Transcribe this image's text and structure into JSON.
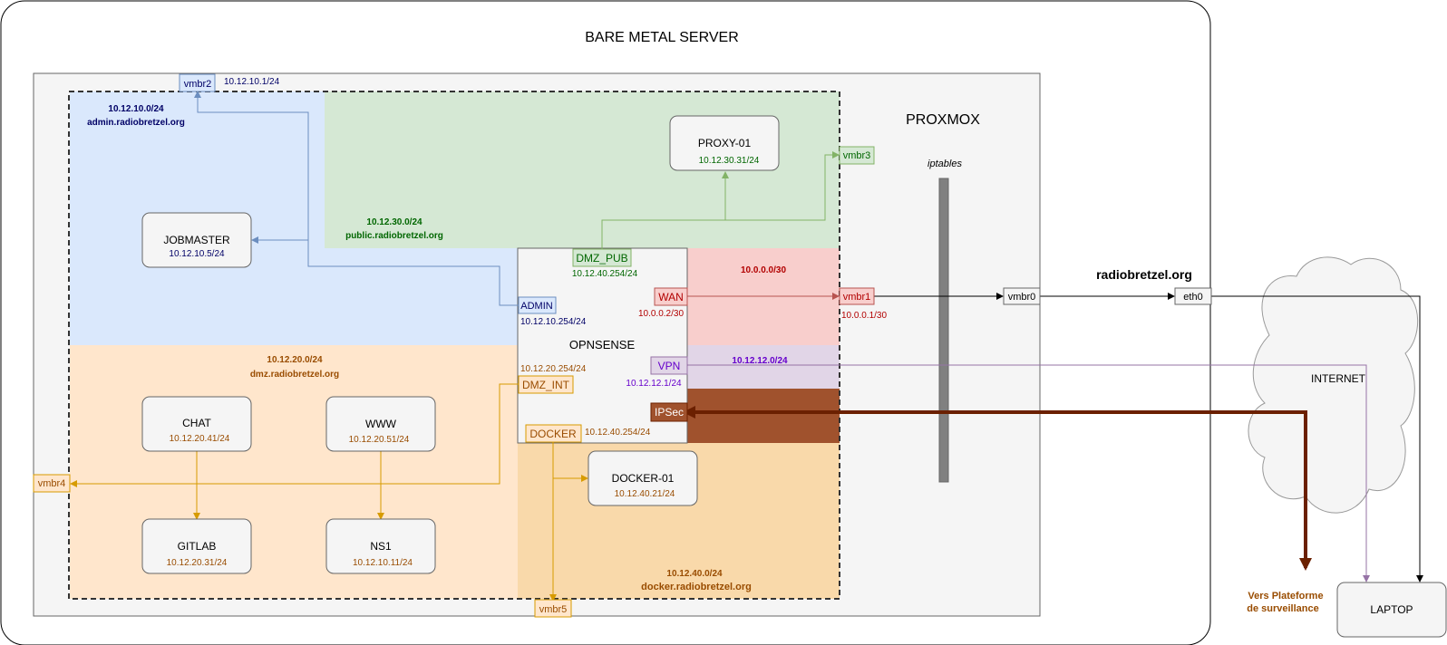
{
  "server": {
    "title": "BARE METAL SERVER"
  },
  "proxmox": {
    "title": "PROXMOX",
    "iptables": "iptables"
  },
  "zones": {
    "admin": {
      "net": "10.12.10.0/24",
      "domain": "admin.radiobretzel.org",
      "color": "#000066",
      "fill": "#dae8fc"
    },
    "public": {
      "net": "10.12.30.0/24",
      "domain": "public.radiobretzel.org",
      "color": "#006600",
      "fill": "#d5e8d4"
    },
    "dmz": {
      "net": "10.12.20.0/24",
      "domain": "dmz.radiobretzel.org",
      "color": "#994c00",
      "fill": "#ffe6cc"
    },
    "docker": {
      "net": "10.12.40.0/24",
      "domain": "docker.radiobretzel.org",
      "color": "#994c00",
      "fill": "#f9d9aa"
    },
    "wan": {
      "net": "10.0.0.0/30",
      "color": "#b20000",
      "fill": "#f8cecc"
    },
    "vpn": {
      "net": "10.12.12.0/24",
      "color": "#6600cc",
      "fill": "#e1d5e7"
    },
    "ipsec": {
      "fill": "#a0522d"
    }
  },
  "bridges": {
    "vmbr2": {
      "label": "vmbr2",
      "ip": "10.12.10.1/24"
    },
    "vmbr3": {
      "label": "vmbr3"
    },
    "vmbr1": {
      "label": "vmbr1",
      "ip": "10.0.0.1/30"
    },
    "vmbr0": {
      "label": "vmbr0"
    },
    "vmbr4": {
      "label": "vmbr4"
    },
    "vmbr5": {
      "label": "vmbr5"
    },
    "eth0": {
      "label": "eth0"
    }
  },
  "opnsense": {
    "label": "OPNSENSE",
    "ifaces": {
      "dmz_pub": {
        "label": "DMZ_PUB",
        "ip": "10.12.40.254/24"
      },
      "admin": {
        "label": "ADMIN",
        "ip": "10.12.10.254/24"
      },
      "wan": {
        "label": "WAN",
        "ip": "10.0.0.2/30"
      },
      "dmz_int": {
        "label": "DMZ_INT",
        "ip": "10.12.20.254/24"
      },
      "vpn": {
        "label": "VPN",
        "ip": "10.12.12.1/24"
      },
      "ipsec": {
        "label": "IPSec"
      },
      "docker": {
        "label": "DOCKER",
        "ip": "10.12.40.254/24"
      }
    }
  },
  "hosts": {
    "proxy": {
      "name": "PROXY-01",
      "ip": "10.12.30.31/24"
    },
    "jobmaster": {
      "name": "JOBMASTER",
      "ip": "10.12.10.5/24"
    },
    "chat": {
      "name": "CHAT",
      "ip": "10.12.20.41/24"
    },
    "www": {
      "name": "WWW",
      "ip": "10.12.20.51/24"
    },
    "gitlab": {
      "name": "GITLAB",
      "ip": "10.12.20.31/24"
    },
    "ns1": {
      "name": "NS1",
      "ip": "10.12.10.11/24"
    },
    "docker01": {
      "name": "DOCKER-01",
      "ip": "10.12.40.21/24"
    },
    "laptop": {
      "name": "LAPTOP"
    }
  },
  "internet": {
    "label": "INTERNET",
    "domain": "radiobretzel.org"
  },
  "surveillance": {
    "line1": "Vers Plateforme",
    "line2": "de surveillance"
  },
  "colors": {
    "blue": "#6c8ebf",
    "green": "#82b366",
    "red": "#b85450",
    "orange": "#d79b00",
    "purple": "#9673a6",
    "ipsec_arrow": "#6b2000"
  }
}
